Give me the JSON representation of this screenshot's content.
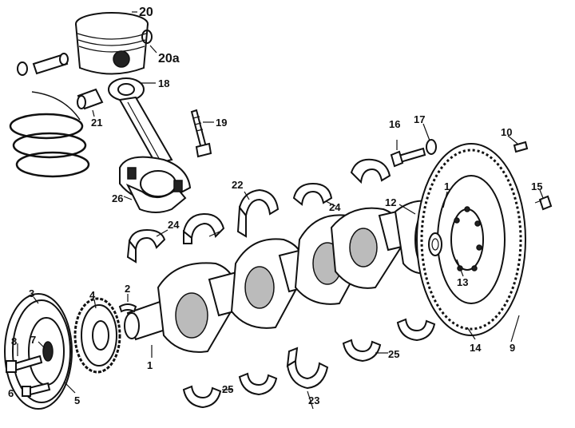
{
  "diagram": {
    "labels": {
      "l1": "1",
      "l1b": "1",
      "l2": "2",
      "l3": "3",
      "l4": "4",
      "l5": "5",
      "l6": "6",
      "l7": "7",
      "l8": "8",
      "l9": "9",
      "l10": "10",
      "l12": "12",
      "l13": "13",
      "l14": "14",
      "l15": "15",
      "l16": "16",
      "l17": "17",
      "l18": "18",
      "l19": "19",
      "l20": "20",
      "l20a": "20a",
      "l21": "21",
      "l22": "22",
      "l23": "23",
      "l24a": "24",
      "l24b": "24",
      "l25a": "25",
      "l25b": "25",
      "l26": "26"
    }
  }
}
